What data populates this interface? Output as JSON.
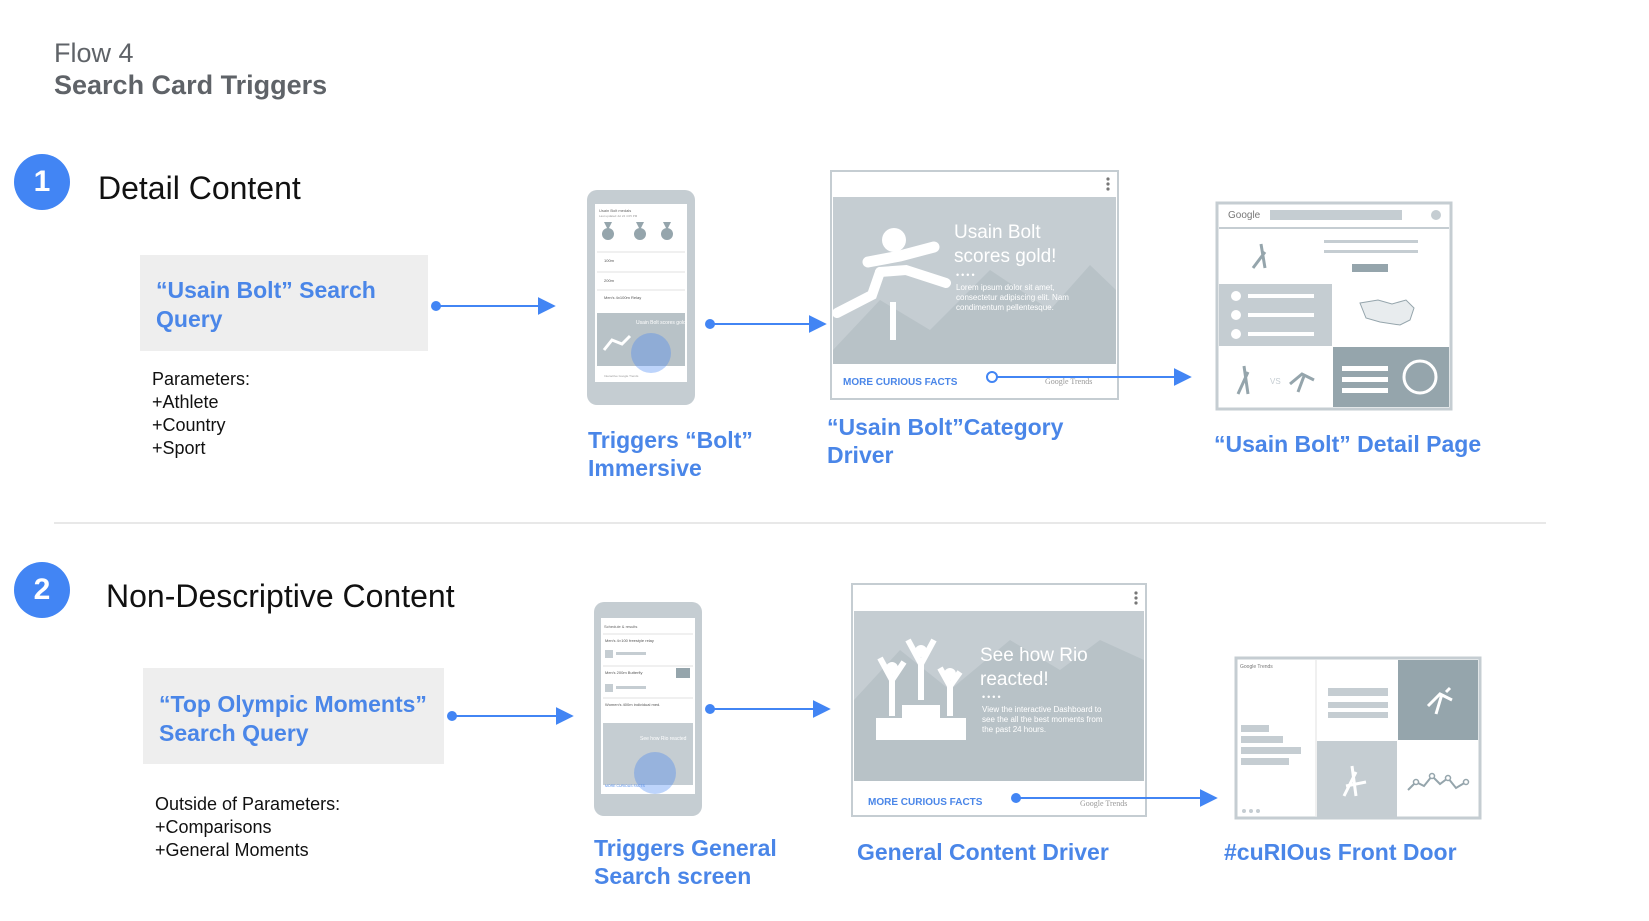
{
  "header": {
    "flow_label": "Flow 4",
    "title": "Search Card Triggers"
  },
  "flows": [
    {
      "number": "1",
      "heading": "Detail Content",
      "query": [
        "“Usain Bolt” Search",
        "Query"
      ],
      "parameters": [
        "Parameters:",
        "+Athlete",
        "+Country",
        "+Sport"
      ],
      "phone": {
        "title": "Usain Bolt medals",
        "sub": "Last updated Jul 24 4:05 PM",
        "rows": [
          "100m",
          "200m",
          "Men's 4x100m Relay"
        ],
        "card": "Usain Bolt scores gold!",
        "footer": "Interactive Google Trends"
      },
      "driver": {
        "headline": [
          "Usain Bolt",
          "scores gold!"
        ],
        "body": [
          "Lorem ipsum dolor sit amet,",
          "consectetur adipiscing elit. Nam",
          "condimentum pellentesque."
        ],
        "footer_link": "MORE CURIOUS FACTS",
        "brand": "Google Trends"
      },
      "page": {
        "logo": "Google",
        "vs": "VS"
      },
      "captions": [
        [
          "Triggers “Bolt”",
          "Immersive"
        ],
        [
          "“Usain Bolt”Category",
          "Driver"
        ],
        [
          "“Usain Bolt” Detail Page"
        ]
      ]
    },
    {
      "number": "2",
      "heading": "Non-Descriptive Content",
      "query": [
        "“Top Olympic Moments”",
        "Search Query"
      ],
      "parameters": [
        "Outside of Parameters:",
        "+Comparisons",
        "+General Moments"
      ],
      "phone": {
        "title": "Schedule & results",
        "rows": [
          "Men's 4×100 freestyle relay",
          "Men's 200m Butterfly",
          "Women's 400m individual med."
        ],
        "card": "See how Rio reacted",
        "footer": "MORE CURIOUS FACTS"
      },
      "driver": {
        "headline": [
          "See how Rio",
          "reacted!"
        ],
        "body": [
          "View the interactive Dashboard to",
          "see the all the best moments from",
          "the past 24 hours."
        ],
        "footer_link": "MORE CURIOUS FACTS",
        "brand": "Google Trends"
      },
      "page": {
        "logo": "Google Trends"
      },
      "captions": [
        [
          "Triggers General",
          "Search screen"
        ],
        [
          "General Content Driver"
        ],
        [
          "#cuRIOus Front Door"
        ]
      ]
    }
  ],
  "colors": {
    "accent": "#4285f4",
    "caption": "#4a86e8",
    "wire_bg": "#c5cdd2",
    "wire_dark": "#95a5ac",
    "gray_box": "#eeeeee"
  }
}
